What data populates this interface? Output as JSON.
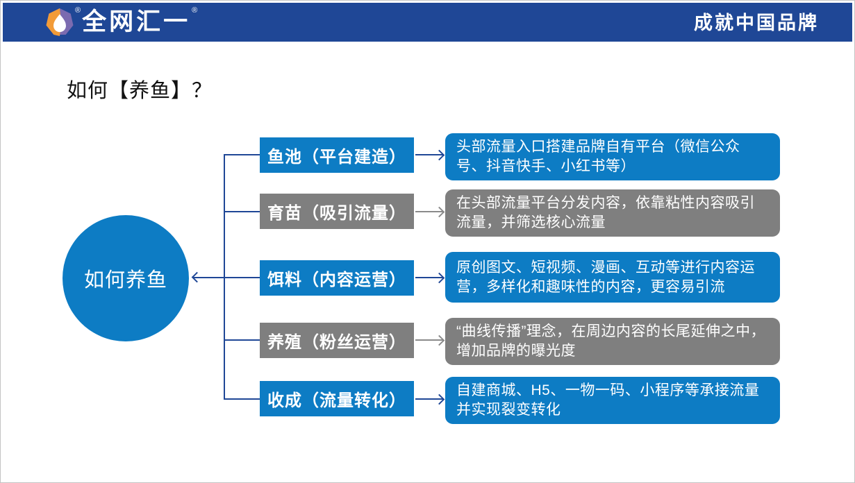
{
  "header": {
    "brand": "全网汇一",
    "registered_mark": "®",
    "slogan": "成就中国品牌",
    "logo_icon": "heptagon-drop-logo"
  },
  "title": "如何【养鱼】？",
  "diagram": {
    "center_node": "如何养鱼",
    "rows": [
      {
        "label": "鱼池（平台建造）",
        "desc": "头部流量入口搭建品牌自有平台（微信公众号、抖音快手、小红书等）",
        "tone": "blue"
      },
      {
        "label": "育苗（吸引流量）",
        "desc": "在头部流量平台分发内容，依靠粘性内容吸引流量，并筛选核心流量",
        "tone": "gray"
      },
      {
        "label": "饵料（内容运营）",
        "desc": "原创图文、短视频、漫画、互动等进行内容运营，多样化和趣味性的内容，更容易引流",
        "tone": "blue"
      },
      {
        "label": "养殖（粉丝运营）",
        "desc": "“曲线传播”理念，在周边内容的长尾延伸之中，增加品牌的曝光度",
        "tone": "gray"
      },
      {
        "label": "收成（流量转化）",
        "desc": "自建商城、H5、一物一码、小程序等承接流量并实现裂变转化",
        "tone": "blue"
      }
    ]
  },
  "colors": {
    "header_navy": "#1f4796",
    "azure_blue": "#0d7cc4",
    "box_gray": "#7f7f7f",
    "connector_navy": "#1f4796",
    "arrow_gray": "#8a8a8a"
  }
}
